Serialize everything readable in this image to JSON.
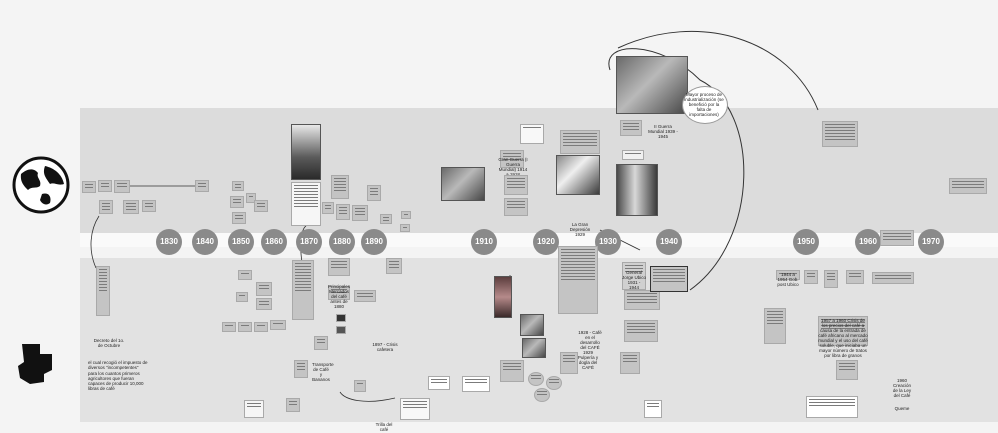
{
  "years": [
    "1830",
    "1840",
    "1850",
    "1860",
    "1870",
    "1880",
    "1890",
    "1910",
    "1920",
    "1930",
    "1940",
    "1950",
    "1960",
    "1970"
  ],
  "bubble": {
    "caption": "Mayor proceso de industrialización (se benefició por la falta de importaciones)"
  },
  "labels": {
    "ww1": "Gran Guerra (I Guerra Mundial) 1914 a 1918",
    "ww2": "II Guerra Mundial 1939 - 1945",
    "gran_depresion": "La Gran Depresión 1929",
    "ubico": "General Jorge Ubico 1931 - 1944",
    "crisis_cafetera": "1897 - Crisis cafetera",
    "decreto": "Decreto del 1o. de Octubre",
    "decreto_text": "el cual recogió el impuesto de diversos \"incompetentes\" para los cuantos primeros agricultores que fueran capaces de producir 10,000 libras de café",
    "transporte": "Transporte de Café y Bananos",
    "principales": "Principales Mercados del café antes de 1880",
    "ca1944": "1944 a 1954 Gob. post Ubico",
    "crisis57": "1957 a 1960 Crisis de los precios del café a causa de la entrada de café africano al mercado mundial y el uso del café soluble, que iniciaba un mayor número de tratos por libra de granos",
    "creacion": "1960 Creación de la Ley del Café",
    "queme": "Queme",
    "trilla": "Trilla del café",
    "cafe_desarrollo": "1928 - Café en el desarrollo del CAFÉ",
    "ca1929": "1929 Pulpería y dogla del CAFÉ"
  }
}
